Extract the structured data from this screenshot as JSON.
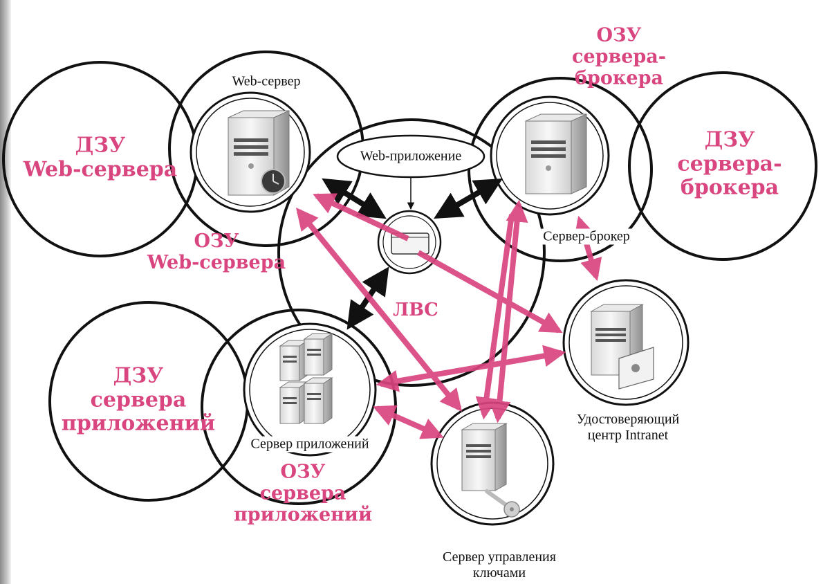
{
  "colors": {
    "pink": "#d9457f",
    "black": "#111111",
    "server_light": "#f4f4f4",
    "server_shadow": "#9a9a9a"
  },
  "diagram": {
    "nodes": {
      "web_server": {
        "label": "Web-сервер",
        "icon": "server-tower-icon"
      },
      "broker": {
        "label": "Сервер-брокер",
        "icon": "server-tower-icon"
      },
      "app_server": {
        "label": "Сервер приложений",
        "icon": "server-cluster-icon"
      },
      "ca": {
        "label_lines": [
          "Удостоверяющий",
          "центр Intranet"
        ],
        "icon": "server-certificate-icon"
      },
      "key_server": {
        "label_lines": [
          "Сервер управления",
          "ключами"
        ],
        "icon": "server-key-icon"
      },
      "web_app": {
        "label": "Web-приложение",
        "icon": "browser-window-icon"
      },
      "lan": {
        "label": "ЛВС"
      }
    },
    "memory": {
      "rom_web": [
        "ДЗУ",
        "Web-сервера"
      ],
      "ram_web": [
        "ОЗУ",
        "Web-сервера"
      ],
      "ram_broker": [
        "ОЗУ",
        "сервера-",
        "брокера"
      ],
      "rom_broker": [
        "ДЗУ",
        "сервера-",
        "брокера"
      ],
      "rom_app": [
        "ДЗУ",
        "сервера",
        "приложений"
      ],
      "ram_app": [
        "ОЗУ",
        "сервера",
        "приложений"
      ]
    }
  }
}
